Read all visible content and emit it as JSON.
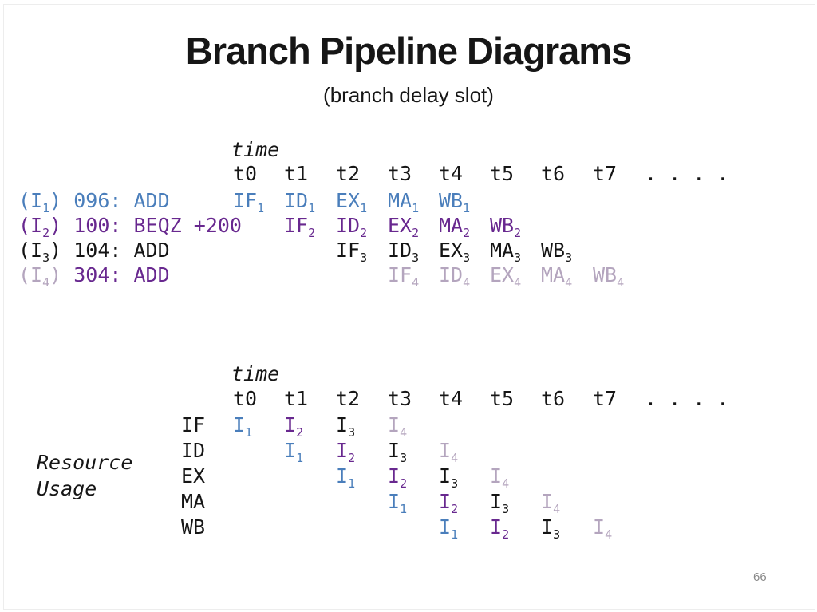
{
  "slide": {
    "title": "Branch Pipeline Diagrams",
    "subtitle": "(branch delay slot)",
    "page_number": "66"
  },
  "colors": {
    "i1": "#4a7ebb",
    "i2": "#68288f",
    "i3": "#141414",
    "i4": "#b4a5be",
    "text": "#161616",
    "page_number": "#8a8a8a"
  },
  "pipeline_diagram": {
    "time_label": "time",
    "columns": [
      "t0",
      "t1",
      "t2",
      "t3",
      "t4",
      "t5",
      "t6",
      "t7"
    ],
    "ellipsis": ". . . .",
    "instructions": [
      {
        "name": "I",
        "sub": "1",
        "paren_color": "i1",
        "label": "096: ADD",
        "label_color": "i1",
        "cells": [
          {
            "col": 0,
            "text": "IF",
            "sub": "1",
            "color": "i1"
          },
          {
            "col": 1,
            "text": "ID",
            "sub": "1",
            "color": "i1"
          },
          {
            "col": 2,
            "text": "EX",
            "sub": "1",
            "color": "i1"
          },
          {
            "col": 3,
            "text": "MA",
            "sub": "1",
            "color": "i1"
          },
          {
            "col": 4,
            "text": "WB",
            "sub": "1",
            "color": "i1"
          }
        ]
      },
      {
        "name": "I",
        "sub": "2",
        "paren_color": "i2",
        "label": "100: BEQZ +200",
        "label_color": "i2",
        "cells": [
          {
            "col": 1,
            "text": "IF",
            "sub": "2",
            "color": "i2"
          },
          {
            "col": 2,
            "text": "ID",
            "sub": "2",
            "color": "i2"
          },
          {
            "col": 3,
            "text": "EX",
            "sub": "2",
            "color": "i2"
          },
          {
            "col": 4,
            "text": "MA",
            "sub": "2",
            "color": "i2"
          },
          {
            "col": 5,
            "text": "WB",
            "sub": "2",
            "color": "i2"
          }
        ]
      },
      {
        "name": "I",
        "sub": "3",
        "paren_color": "i3",
        "label": "104: ADD",
        "label_color": "i3",
        "cells": [
          {
            "col": 2,
            "text": "IF",
            "sub": "3",
            "color": "i3"
          },
          {
            "col": 3,
            "text": "ID",
            "sub": "3",
            "color": "i3"
          },
          {
            "col": 4,
            "text": "EX",
            "sub": "3",
            "color": "i3"
          },
          {
            "col": 5,
            "text": "MA",
            "sub": "3",
            "color": "i3"
          },
          {
            "col": 6,
            "text": "WB",
            "sub": "3",
            "color": "i3"
          }
        ]
      },
      {
        "name": "I",
        "sub": "4",
        "paren_color": "i4",
        "label": "304: ADD",
        "label_color": "i2",
        "cells": [
          {
            "col": 3,
            "text": "IF",
            "sub": "4",
            "color": "i4"
          },
          {
            "col": 4,
            "text": "ID",
            "sub": "4",
            "color": "i4"
          },
          {
            "col": 5,
            "text": "EX",
            "sub": "4",
            "color": "i4"
          },
          {
            "col": 6,
            "text": "MA",
            "sub": "4",
            "color": "i4"
          },
          {
            "col": 7,
            "text": "WB",
            "sub": "4",
            "color": "i4"
          }
        ]
      }
    ]
  },
  "resource_diagram": {
    "caption_lines": [
      "Resource",
      "Usage"
    ],
    "time_label": "time",
    "columns": [
      "t0",
      "t1",
      "t2",
      "t3",
      "t4",
      "t5",
      "t6",
      "t7"
    ],
    "ellipsis": ". . . .",
    "rows": [
      {
        "stage": "IF",
        "cells": [
          {
            "col": 0,
            "text": "I",
            "sub": "1",
            "color": "i1"
          },
          {
            "col": 1,
            "text": "I",
            "sub": "2",
            "color": "i2"
          },
          {
            "col": 2,
            "text": "I",
            "sub": "3",
            "color": "i3"
          },
          {
            "col": 3,
            "text": "I",
            "sub": "4",
            "color": "i4"
          }
        ]
      },
      {
        "stage": "ID",
        "cells": [
          {
            "col": 1,
            "text": "I",
            "sub": "1",
            "color": "i1"
          },
          {
            "col": 2,
            "text": "I",
            "sub": "2",
            "color": "i2"
          },
          {
            "col": 3,
            "text": "I",
            "sub": "3",
            "color": "i3"
          },
          {
            "col": 4,
            "text": "I",
            "sub": "4",
            "color": "i4"
          }
        ]
      },
      {
        "stage": "EX",
        "cells": [
          {
            "col": 2,
            "text": "I",
            "sub": "1",
            "color": "i1"
          },
          {
            "col": 3,
            "text": "I",
            "sub": "2",
            "color": "i2"
          },
          {
            "col": 4,
            "text": "I",
            "sub": "3",
            "color": "i3"
          },
          {
            "col": 5,
            "text": "I",
            "sub": "4",
            "color": "i4"
          }
        ]
      },
      {
        "stage": "MA",
        "cells": [
          {
            "col": 3,
            "text": "I",
            "sub": "1",
            "color": "i1"
          },
          {
            "col": 4,
            "text": "I",
            "sub": "2",
            "color": "i2"
          },
          {
            "col": 5,
            "text": "I",
            "sub": "3",
            "color": "i3"
          },
          {
            "col": 6,
            "text": "I",
            "sub": "4",
            "color": "i4"
          }
        ]
      },
      {
        "stage": "WB",
        "cells": [
          {
            "col": 4,
            "text": "I",
            "sub": "1",
            "color": "i1"
          },
          {
            "col": 5,
            "text": "I",
            "sub": "2",
            "color": "i2"
          },
          {
            "col": 6,
            "text": "I",
            "sub": "3",
            "color": "i3"
          },
          {
            "col": 7,
            "text": "I",
            "sub": "4",
            "color": "i4"
          }
        ]
      }
    ]
  }
}
